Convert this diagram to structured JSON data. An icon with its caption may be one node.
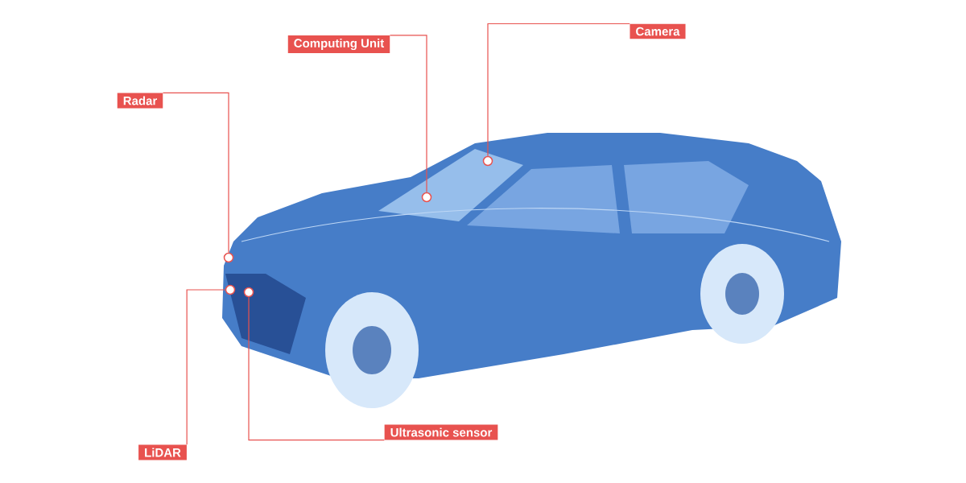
{
  "diagram": {
    "nodes": [
      {
        "text": [
          "Camera"
        ]
      },
      {
        "text": [
          "Computing Unit"
        ]
      },
      {
        "text": [
          "Radar"
        ]
      },
      {
        "text": [
          "Ultrasonic sensor"
        ]
      },
      {
        "text": [
          "LiDAR"
        ]
      },
      {
        "text": [],
        "shape": "circle"
      },
      {
        "text": [],
        "shape": "circle"
      },
      {
        "text": [],
        "shape": "circle"
      },
      {
        "text": [],
        "shape": "circle"
      },
      {
        "text": [],
        "shape": "circle"
      }
    ],
    "edges": [
      {
        "from": 0,
        "to": 9,
        "arrow": "none"
      },
      {
        "from": 1,
        "to": 8,
        "arrow": "none"
      },
      {
        "from": 2,
        "to": 5,
        "arrow": "none"
      },
      {
        "from": 3,
        "to": 7,
        "arrow": "none"
      },
      {
        "from": 4,
        "to": 6,
        "arrow": "none"
      }
    ]
  }
}
